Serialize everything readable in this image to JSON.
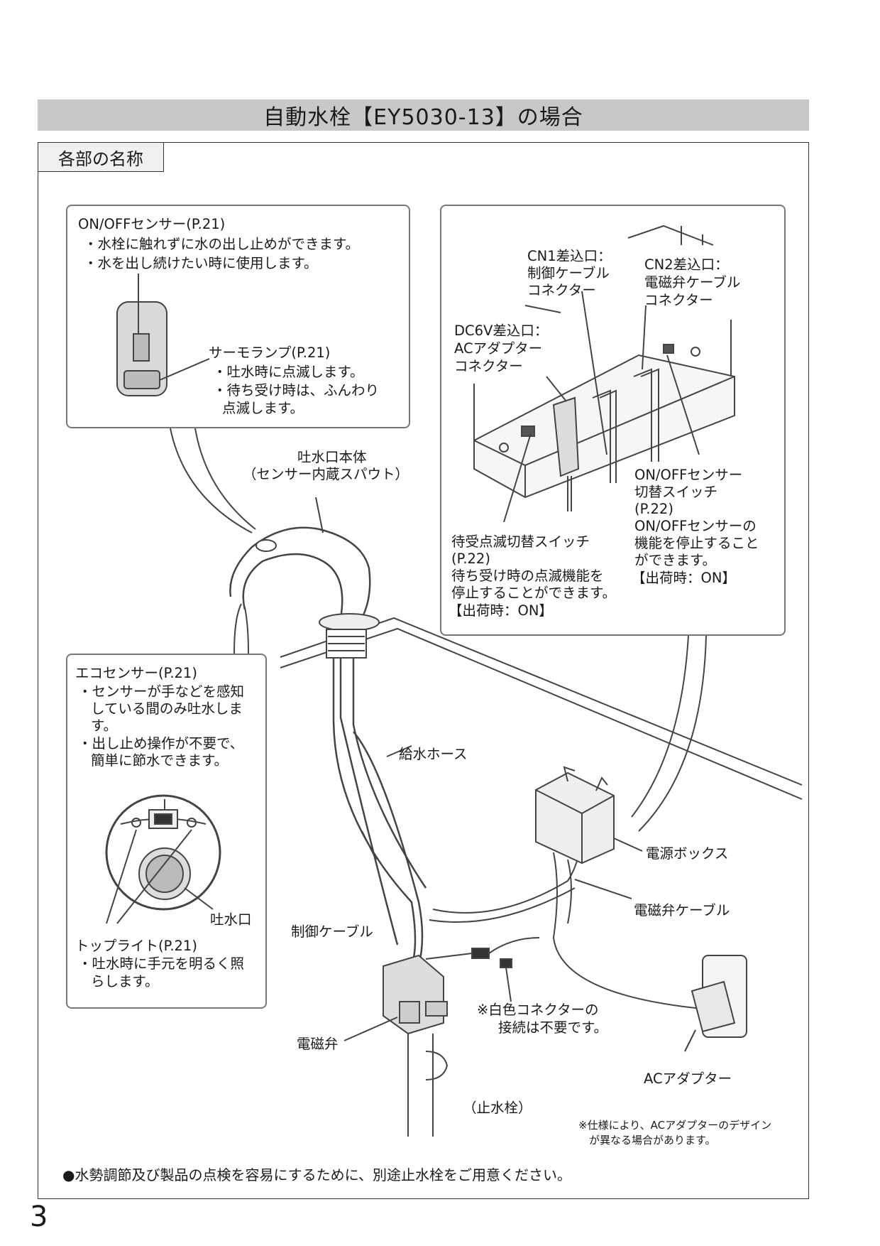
{
  "title": "自動水栓【EY5030-13】の場合",
  "section": "各部の名称",
  "callout_top_left": {
    "onoff_sensor": "ON/OFFセンサー(P.21)",
    "onoff_line1": "・水栓に触れずに水の出し止めができます。",
    "onoff_line2": "・水を出し続けたい時に使用します。",
    "thermo_lamp": "サーモランプ(P.21)",
    "thermo_line1": "・吐水時に点滅します。",
    "thermo_line2": "・待ち受け時は、ふんわり",
    "thermo_line3": "点滅します。"
  },
  "callout_top_right": {
    "cn1_1": "CN1差込口：",
    "cn1_2": "制御ケーブル",
    "cn1_3": "コネクター",
    "cn2_1": "CN2差込口：",
    "cn2_2": "電磁弁ケーブル",
    "cn2_3": "コネクター",
    "dc_1": "DC6V差込口：",
    "dc_2": "ACアダプター",
    "dc_3": "コネクター",
    "sw1_1": "待受点滅切替スイッチ",
    "sw1_2": "(P.22)",
    "sw1_3": "待ち受け時の点滅機能を",
    "sw1_4": "停止することができます。",
    "sw1_5": "【出荷時：ON】",
    "sw2_1": "ON/OFFセンサー",
    "sw2_2": "切替スイッチ",
    "sw2_3": "(P.22)",
    "sw2_4": "ON/OFFセンサーの",
    "sw2_5": "機能を停止すること",
    "sw2_6": "ができます。",
    "sw2_7": "【出荷時：ON】"
  },
  "callout_bottom_left": {
    "eco_sensor": "エコセンサー(P.21)",
    "eco_1": "・センサーが手などを感知",
    "eco_2": "している間のみ吐水しま",
    "eco_3": "す。",
    "eco_4": "・出し止め操作が不要で、",
    "eco_5": "簡単に節水できます。",
    "spout_outlet": "吐水口",
    "toplight": "トップライト(P.21)",
    "toplight_1": "・吐水時に手元を明るく照",
    "toplight_2": "らします。"
  },
  "labels": {
    "spout_body_1": "吐水口本体",
    "spout_body_2": "（センサー内蔵スパウト）",
    "supply_hose": "給水ホース",
    "power_box": "電源ボックス",
    "valve_cable": "電磁弁ケーブル",
    "control_cable": "制御ケーブル",
    "white_conn_1": "※白色コネクターの",
    "white_conn_2": "接続は不要です。",
    "solenoid": "電磁弁",
    "ac_adapter": "ACアダプター",
    "stop_valve": "（止水栓）",
    "spec_note_1": "※仕様により、ACアダプターのデザイン",
    "spec_note_2": "が異なる場合があります。"
  },
  "bottom_note": "●水勢調節及び製品の点検を容易にするために、別途止水栓をご用意ください。",
  "page_number": "3"
}
